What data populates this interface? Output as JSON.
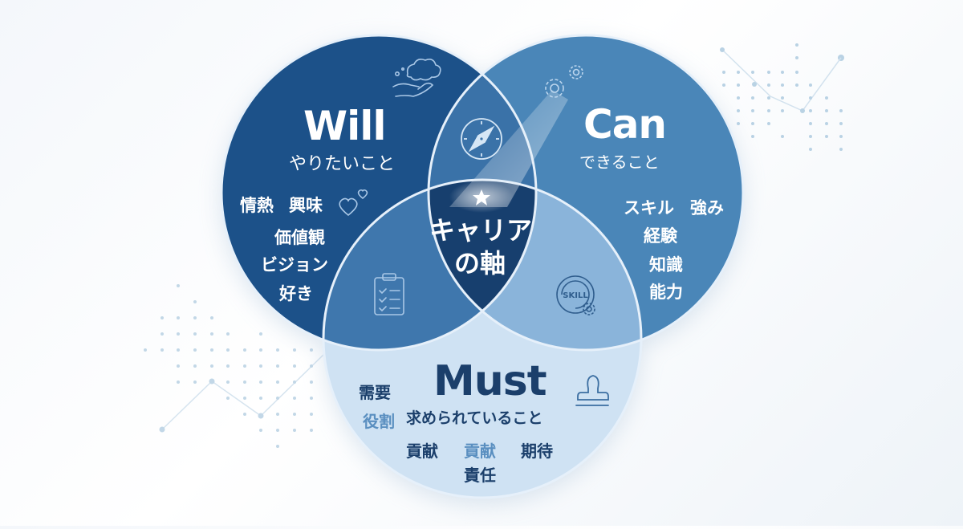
{
  "diagram": {
    "type": "venn",
    "colors": {
      "will": "#1c5189",
      "can": "#4a86b8",
      "must": "#cfe2f3",
      "center": "#173f6e",
      "will_must": "#3f77ad",
      "can_must": "#8ab4da",
      "will_can": "#3a72a8",
      "outline": "#e6f0fa",
      "must_text": "#1b3f6b",
      "must_accent_text": "#5a8fc0"
    },
    "will": {
      "title": "Will",
      "subtitle": "やりたいこと",
      "keywords": [
        "情熱",
        "興味",
        "価値観",
        "ビジョン",
        "好き"
      ],
      "icons": [
        "cloud-hand-icon",
        "hearts-icon"
      ]
    },
    "can": {
      "title": "Can",
      "subtitle": "できること",
      "keywords": [
        "スキル",
        "強み",
        "経験",
        "知識",
        "能力"
      ],
      "icons": [
        "gears-icon"
      ]
    },
    "must": {
      "title": "Must",
      "subtitle": "求められていること",
      "keywords": [
        "需要",
        "役割",
        "貢献",
        "貢献",
        "期待",
        "責任"
      ],
      "icons": [
        "stamp-icon"
      ]
    },
    "overlaps": {
      "will_can_icon": "compass-icon",
      "will_must_icon": "clipboard-checklist-icon",
      "can_must_icon": "skill-badge-icon",
      "skill_badge_text": "SKILL"
    },
    "center": {
      "line1": "キャリア",
      "line2": "の軸",
      "icon": "star-icon"
    }
  }
}
